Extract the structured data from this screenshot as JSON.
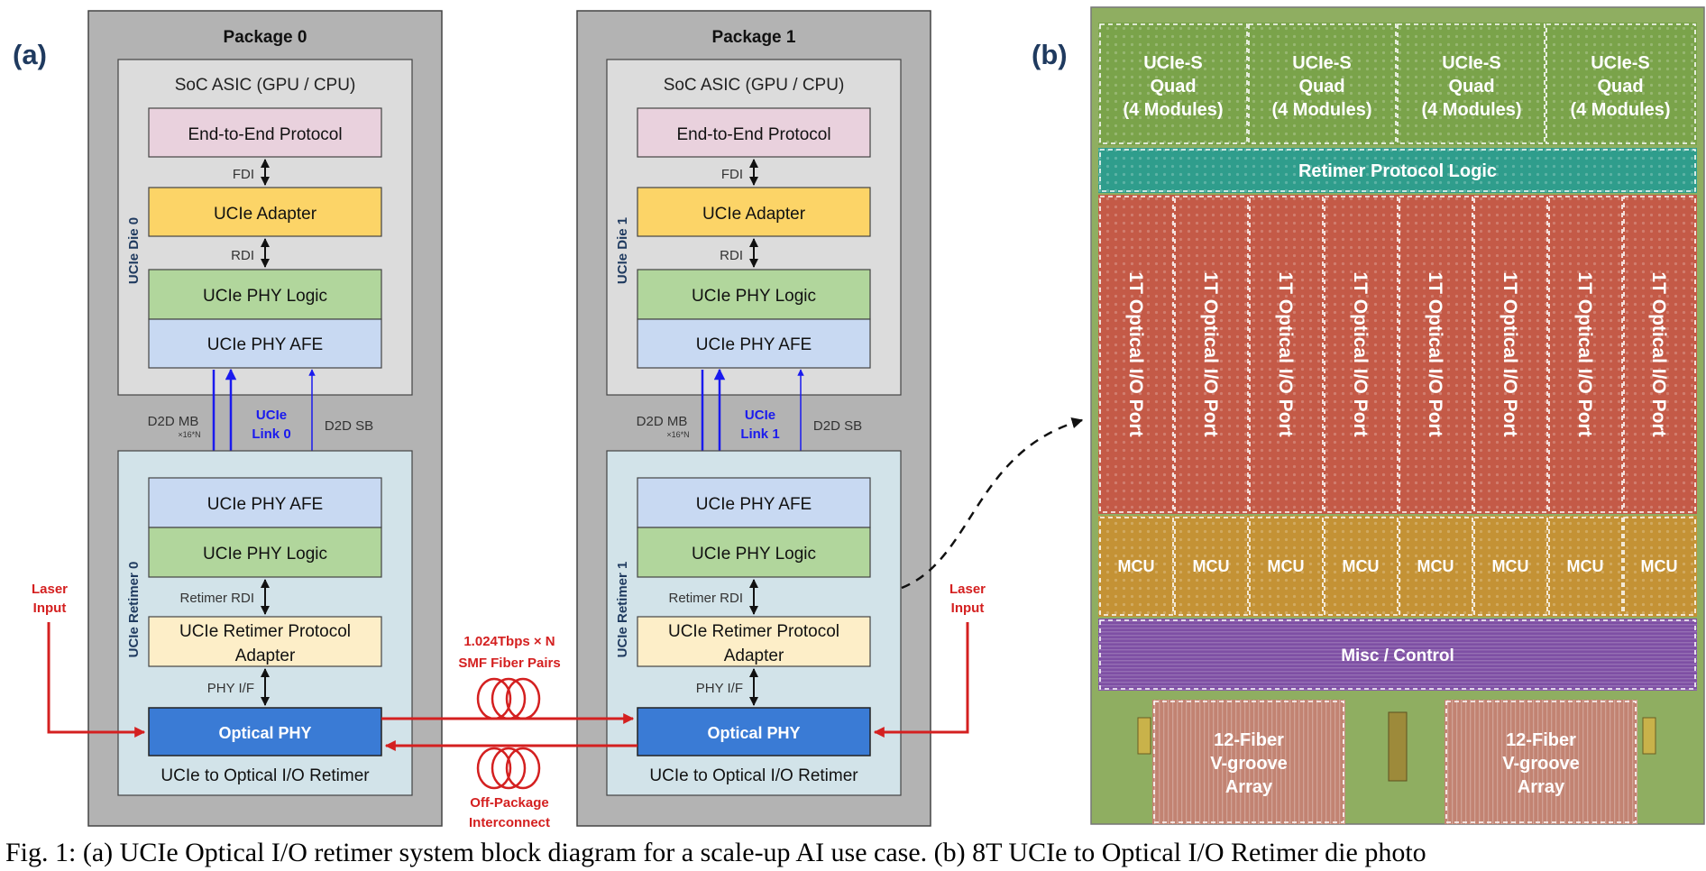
{
  "panel_a_label": "(a)",
  "panel_b_label": "(b)",
  "packages": [
    {
      "title": "Package 0",
      "soc_title": "SoC ASIC (GPU / CPU)",
      "die_label": "UCIe Die 0",
      "e2e": "End-to-End Protocol",
      "fdi": "FDI",
      "adapter": "UCIe Adapter",
      "rdi": "RDI",
      "phy_logic": "UCIe PHY Logic",
      "phy_afe": "UCIe PHY AFE",
      "d2d_mb": "D2D MB",
      "mb_width": "×16*N",
      "link_line1": "UCIe",
      "link_line2": "Link 0",
      "d2d_sb": "D2D SB",
      "retimer_label": "UCIe Retimer 0",
      "ret_afe": "UCIe PHY AFE",
      "ret_logic": "UCIe PHY Logic",
      "ret_rdi": "Retimer RDI",
      "ret_adapter_line1": "UCIe Retimer Protocol",
      "ret_adapter_line2": "Adapter",
      "phy_if": "PHY I/F",
      "optical_phy": "Optical PHY",
      "retimer_caption": "UCIe to Optical I/O Retimer"
    },
    {
      "title": "Package 1",
      "soc_title": "SoC ASIC (GPU / CPU)",
      "die_label": "UCIe Die 1",
      "e2e": "End-to-End Protocol",
      "fdi": "FDI",
      "adapter": "UCIe Adapter",
      "rdi": "RDI",
      "phy_logic": "UCIe PHY Logic",
      "phy_afe": "UCIe PHY AFE",
      "d2d_mb": "D2D MB",
      "mb_width": "×16*N",
      "link_line1": "UCIe",
      "link_line2": "Link 1",
      "d2d_sb": "D2D SB",
      "retimer_label": "UCIe Retimer 1",
      "ret_afe": "UCIe PHY AFE",
      "ret_logic": "UCIe PHY Logic",
      "ret_rdi": "Retimer RDI",
      "ret_adapter_line1": "UCIe Retimer Protocol",
      "ret_adapter_line2": "Adapter",
      "phy_if": "PHY I/F",
      "optical_phy": "Optical PHY",
      "retimer_caption": "UCIe to Optical I/O Retimer"
    }
  ],
  "laser_left": [
    "Laser",
    "Input"
  ],
  "laser_right": [
    "Laser",
    "Input"
  ],
  "fiber_label": [
    "1.024Tbps × N",
    "SMF Fiber Pairs"
  ],
  "interconnect_label": [
    "Off-Package",
    "Interconnect"
  ],
  "die_photo": {
    "quads": [
      [
        "UCIe-S",
        "Quad",
        "(4 Modules)"
      ],
      [
        "UCIe-S",
        "Quad",
        "(4 Modules)"
      ],
      [
        "UCIe-S",
        "Quad",
        "(4 Modules)"
      ],
      [
        "UCIe-S",
        "Quad",
        "(4 Modules)"
      ]
    ],
    "retimer_logic": "Retimer Protocol Logic",
    "ports": [
      "1T Optical I/O Port",
      "1T Optical I/O Port",
      "1T Optical I/O Port",
      "1T Optical I/O Port",
      "1T Optical I/O Port",
      "1T Optical I/O Port",
      "1T Optical I/O Port",
      "1T Optical I/O Port"
    ],
    "mcus": [
      "MCU",
      "MCU",
      "MCU",
      "MCU",
      "MCU",
      "MCU",
      "MCU",
      "MCU"
    ],
    "misc": "Misc / Control",
    "vgrooves": [
      [
        "12-Fiber",
        "V-groove",
        "Array"
      ],
      [
        "12-Fiber",
        "V-groove",
        "Array"
      ]
    ]
  },
  "colors": {
    "e2e": "#e9d1dd",
    "adapter": "#fcd467",
    "phy_logic": "#b1d69c",
    "phy_afe": "#c8d9f2",
    "ret_adapter": "#fdeec8",
    "optical_phy": "#3a7bd5",
    "package": "#b3b3b3",
    "soc": "#dcdcdc",
    "retimer": "#d2e3e9",
    "link_blue": "#1a1aee",
    "laser_red": "#d42020",
    "quad": "#7aa34a",
    "retimer_logic": "#2f9d8c",
    "port": "#c45a47",
    "mcu": "#c49235",
    "misc": "#7e4fa4",
    "vgroove": "#c28372",
    "substrate": "#8fae61"
  },
  "caption": "Fig. 1: (a) UCIe Optical I/O retimer system block diagram for a scale-up AI use case. (b) 8T UCIe to Optical I/O Retimer die photo"
}
